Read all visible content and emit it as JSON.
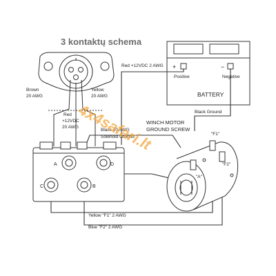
{
  "title": "3 kontaktų schema",
  "watermark": "4x4safari.lt",
  "colors": {
    "line": "#333333",
    "title": "#6b6b6b",
    "watermark": "#f3a63b"
  },
  "battery": {
    "label": "BATTERY",
    "plus": "+",
    "minus": "−",
    "positive": "Positive",
    "negative": "Negative"
  },
  "plug": {
    "brown_line1": "Brown",
    "brown_line2": "20 AWG",
    "yellow_line1": "Yellow",
    "yellow_line2": "20 AWG",
    "red_line1": "Red",
    "red_line2": "+12VDC",
    "red_line3": "20 AWG"
  },
  "wires": {
    "red_battery": "Red +12VDC 2 AWG",
    "black_ground": "Black Ground",
    "black_10": "Black 10 AWG",
    "solenoid_ground": "Solenoid Ground",
    "yellow_f1": "Yellow \"F1\" 2 AWG",
    "blue_f2": "Blue \"F2\" 2 AWG"
  },
  "solenoid": {
    "A": "A",
    "B": "B",
    "C": "C",
    "D": "D"
  },
  "motor": {
    "ground_line1": "WINCH MOTOR",
    "ground_line2": "GROUND SCREW",
    "f1": "\"F1\"",
    "f2": "\"F2\"",
    "a": "\"A\""
  }
}
